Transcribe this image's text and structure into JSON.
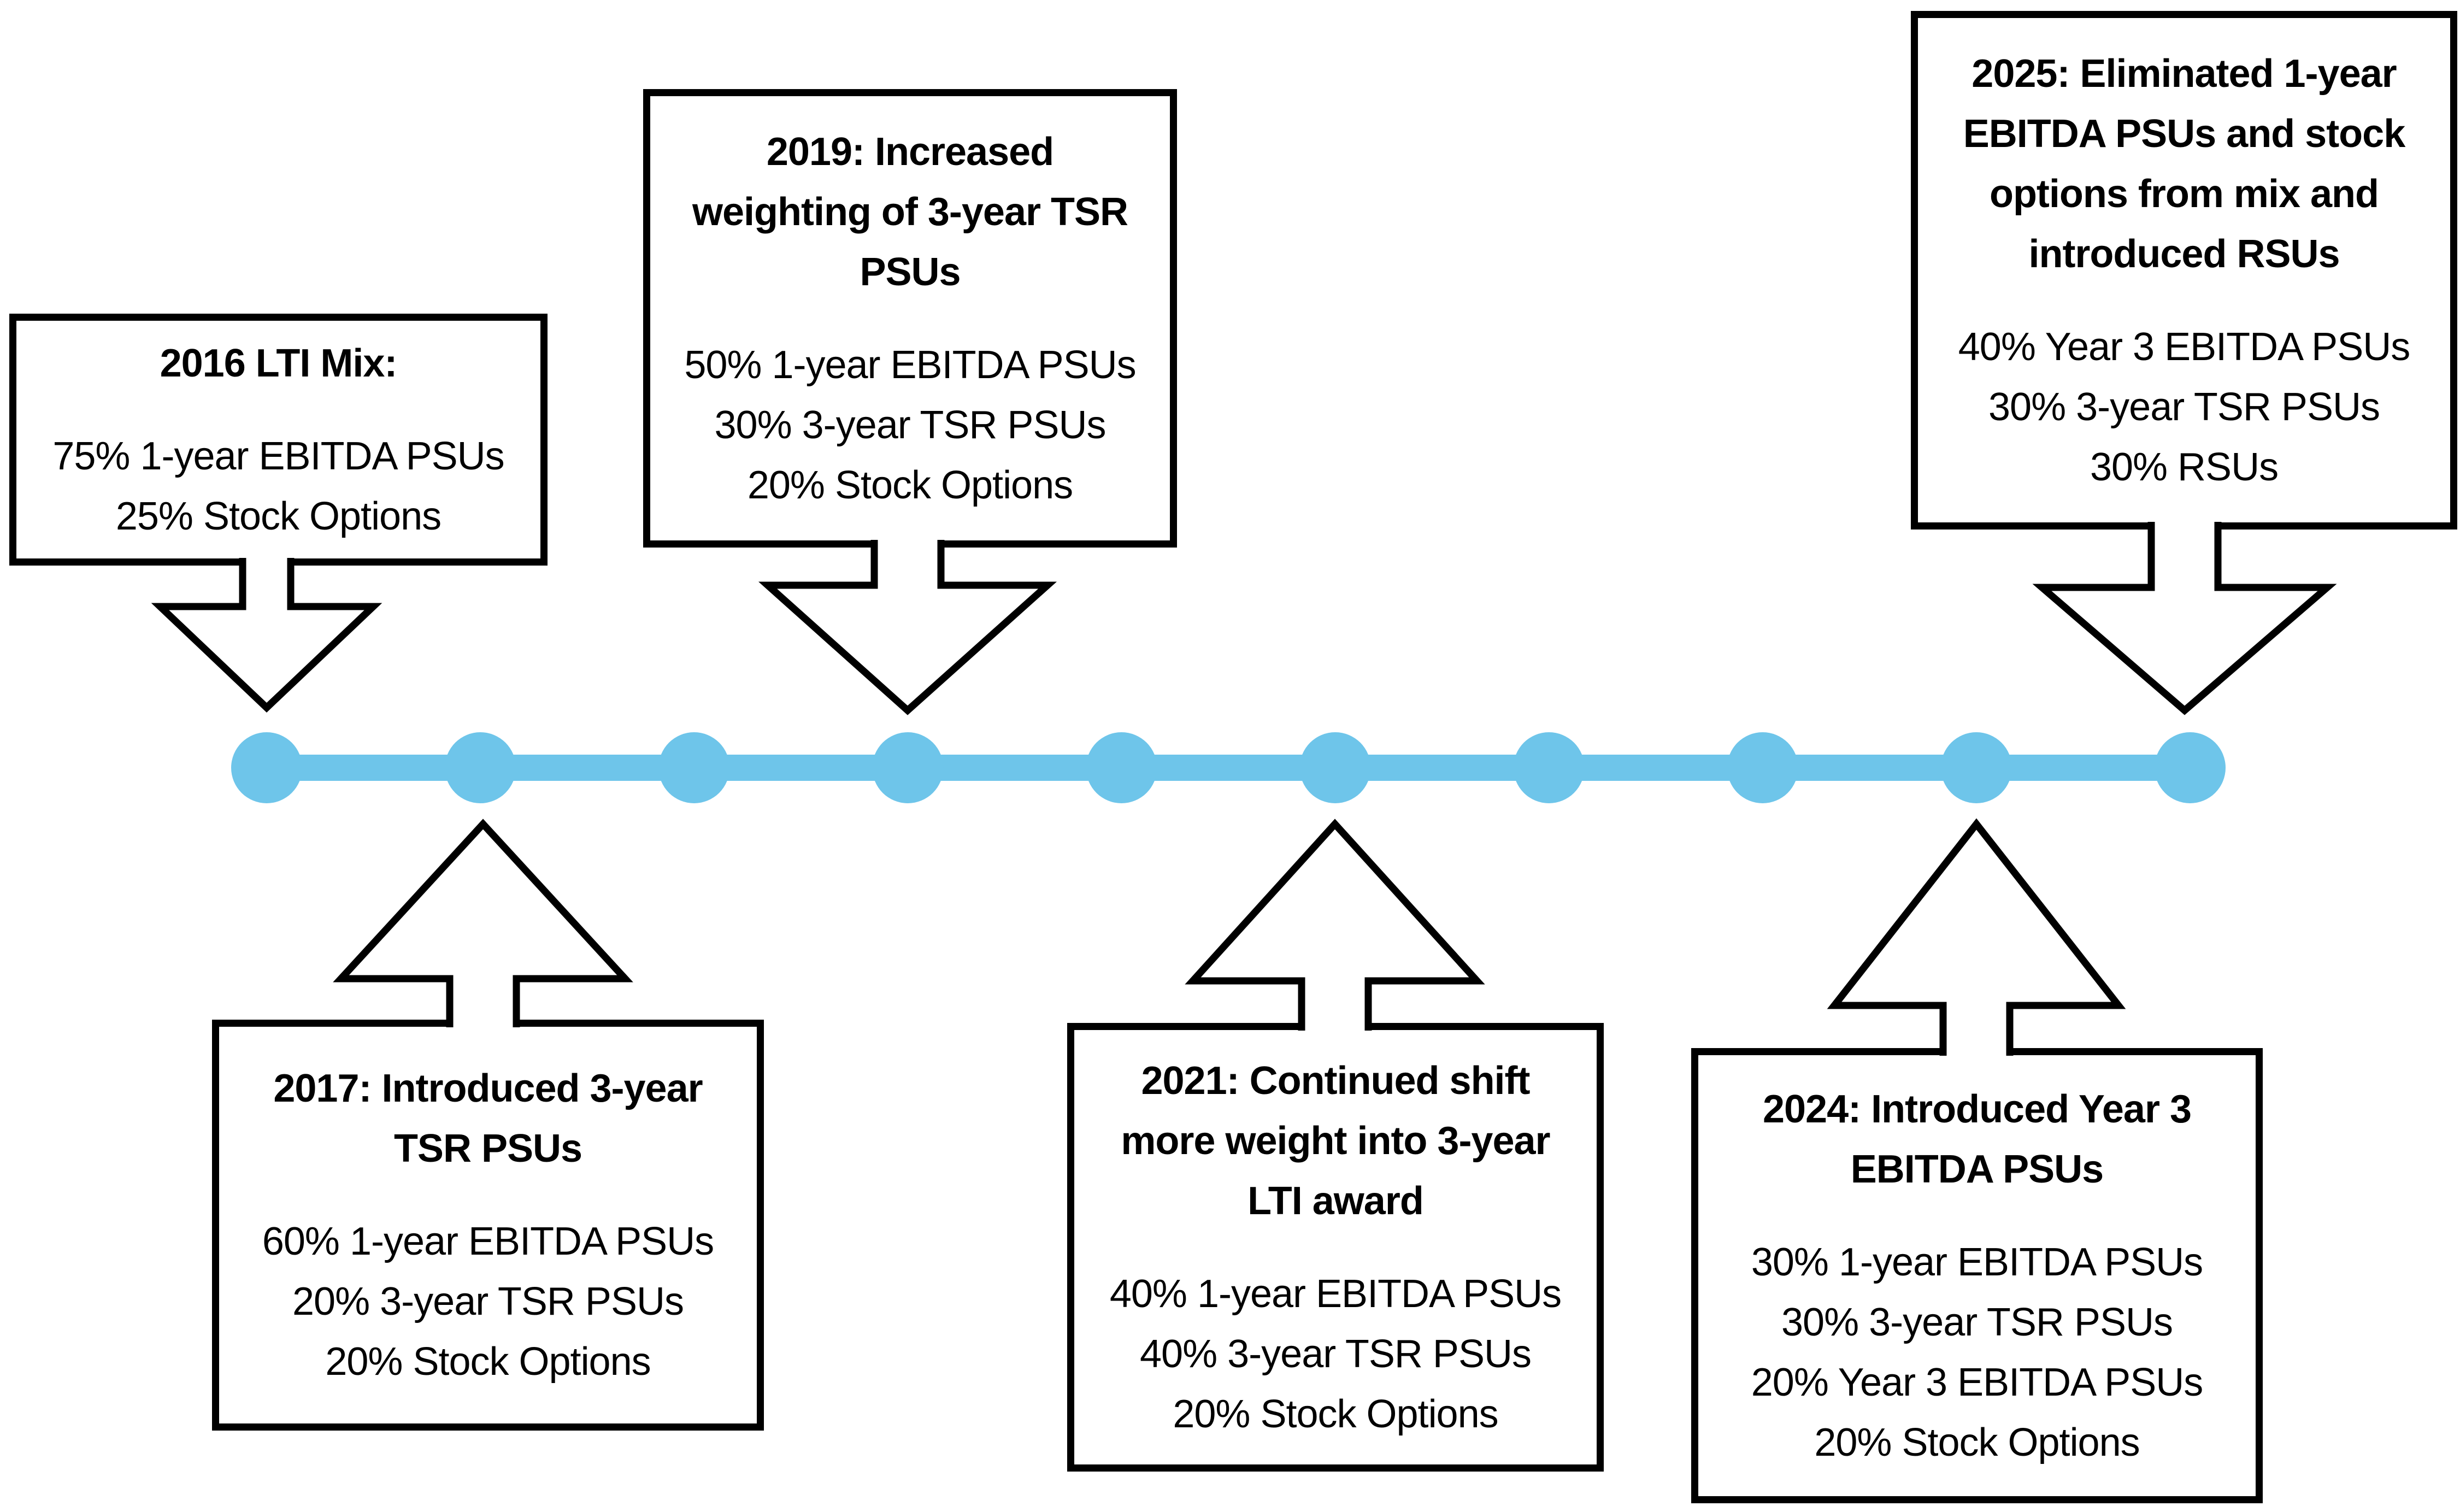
{
  "colors": {
    "timeline": "#6EC5EA",
    "ink": "#000000",
    "background": "#FFFFFF"
  },
  "timeline": {
    "orientation": "horizontal",
    "dot_count": 10
  },
  "boxes": [
    {
      "year": "2016",
      "position": "above-timeline",
      "title_lines": [
        "2016 LTI Mix:"
      ],
      "body_lines": [
        "75% 1-year EBITDA PSUs",
        "25% Stock Options"
      ]
    },
    {
      "year": "2019",
      "position": "above-timeline",
      "title_lines": [
        "2019: Increased",
        "weighting of 3-year TSR",
        "PSUs"
      ],
      "body_lines": [
        "50% 1-year EBITDA PSUs",
        "30% 3-year TSR PSUs",
        "20% Stock Options"
      ]
    },
    {
      "year": "2025",
      "position": "above-timeline",
      "title_lines": [
        "2025: Eliminated 1-year",
        "EBITDA PSUs and stock",
        "options from mix and",
        "introduced RSUs"
      ],
      "body_lines": [
        "40% Year 3 EBITDA PSUs",
        "30% 3-year TSR PSUs",
        "30% RSUs"
      ]
    },
    {
      "year": "2017",
      "position": "below-timeline",
      "title_lines": [
        "2017: Introduced 3-year",
        "TSR PSUs"
      ],
      "body_lines": [
        "60% 1-year EBITDA PSUs",
        "20% 3-year TSR PSUs",
        "20% Stock Options"
      ]
    },
    {
      "year": "2021",
      "position": "below-timeline",
      "title_lines": [
        "2021: Continued shift",
        "more weight into 3-year",
        "LTI award"
      ],
      "body_lines": [
        "40% 1-year EBITDA PSUs",
        "40% 3-year TSR PSUs",
        "20% Stock Options"
      ]
    },
    {
      "year": "2024",
      "position": "below-timeline",
      "title_lines": [
        "2024: Introduced Year 3",
        "EBITDA PSUs"
      ],
      "body_lines": [
        "30% 1-year EBITDA PSUs",
        "30% 3-year TSR PSUs",
        "20% Year 3 EBITDA PSUs",
        "20% Stock Options"
      ]
    }
  ]
}
